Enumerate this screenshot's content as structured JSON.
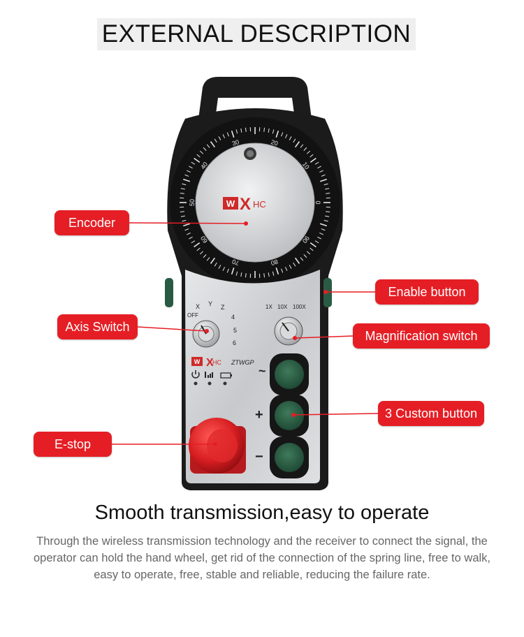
{
  "title": "EXTERNAL DESCRIPTION",
  "callouts": {
    "encoder": "Encoder",
    "enable_button": "Enable button",
    "axis_switch": "Axis Switch",
    "magnification_switch": "Magnification switch",
    "custom_button": "3 Custom button",
    "estop": "E-stop"
  },
  "device": {
    "brand": "WXHC",
    "brand_mark": "W X HC",
    "model": "ZTWGP",
    "dial_numbers": [
      "0",
      "10",
      "20",
      "30",
      "40",
      "50",
      "60",
      "70",
      "80",
      "90"
    ],
    "axis_labels": [
      "OFF",
      "X",
      "Y",
      "Z",
      "4",
      "5",
      "6"
    ],
    "magnification_labels": [
      "1X",
      "10X",
      "100X"
    ],
    "button_symbols": [
      "~",
      "+",
      "−"
    ],
    "status_icons": [
      "power-icon",
      "signal-icon",
      "battery-icon"
    ]
  },
  "colors": {
    "callout": "#e51e25",
    "body": "#1a1a1a",
    "panel": "#cfd1d3",
    "button_green": "#2a5a43",
    "estop_red": "#d81e22"
  },
  "subtitle": "Smooth transmission,easy to operate",
  "description": "Through the wireless transmission technology and the receiver to connect the signal, the operator can hold the hand wheel, get rid of the connection of the spring line, free to walk, easy to operate, free, stable and reliable, reducing the failure rate."
}
